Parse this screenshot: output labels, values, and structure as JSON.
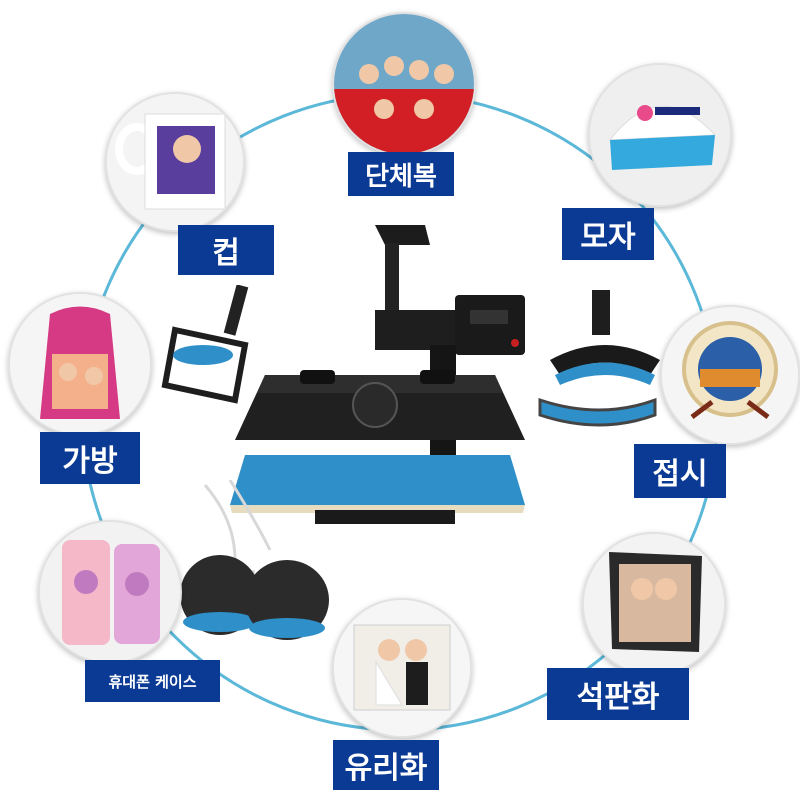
{
  "labels": {
    "team_shirt": "단체복",
    "cup": "컵",
    "hat": "모자",
    "bag": "가방",
    "plate": "접시",
    "phone_case": "휴대폰 케이스",
    "slate": "석판화",
    "glass": "유리화"
  },
  "colors": {
    "label_bg": "#0b3a94",
    "ring": "#4db6d6",
    "platen_blue": "#2f8fc8"
  }
}
